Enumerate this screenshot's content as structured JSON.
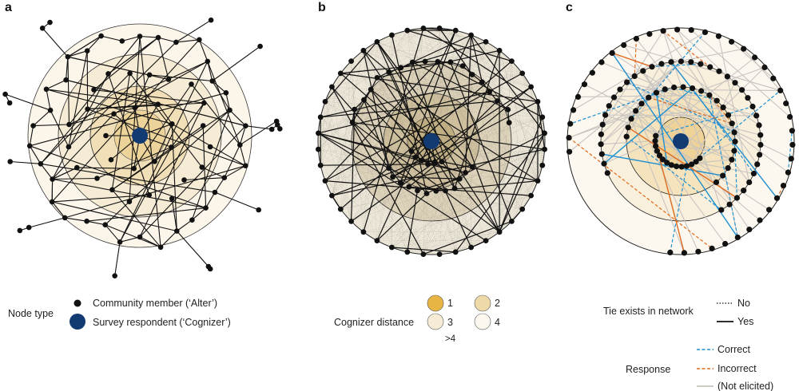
{
  "panels": {
    "a": {
      "label": "a"
    },
    "b": {
      "label": "b"
    },
    "c": {
      "label": "c"
    }
  },
  "colors": {
    "node": "#111111",
    "cognizer": "#123a73",
    "ring1": "#e8b545",
    "ring2": "#efd9a8",
    "ring3": "#f6ecd6",
    "ring4": "#fcf8f0",
    "tie": "#111111",
    "correct": "#1f8fd0",
    "incorrect": "#e06a1e",
    "not_elicited": "#c8c4c0"
  },
  "legend_a": {
    "title": "Node type",
    "items": [
      {
        "label": "Community member (‘Alter’)"
      },
      {
        "label": "Survey respondent (‘Cognizer’)"
      }
    ]
  },
  "legend_b": {
    "title": "Cognizer distance",
    "items": [
      {
        "label": "1"
      },
      {
        "label": "2"
      },
      {
        "label": "3"
      },
      {
        "label": "4"
      }
    ],
    "extra": ">4"
  },
  "legend_c": {
    "tie_title": "Tie exists in network",
    "tie_items": [
      {
        "label": "No"
      },
      {
        "label": "Yes"
      }
    ],
    "response_title": "Response",
    "response_items": [
      {
        "label": "Correct"
      },
      {
        "label": "Incorrect"
      },
      {
        "label": "(Not elicited)"
      }
    ]
  }
}
